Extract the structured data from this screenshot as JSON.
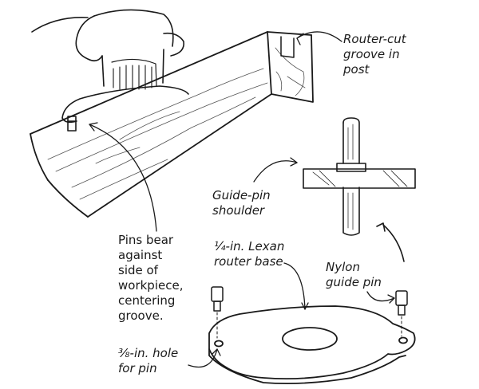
{
  "callouts": {
    "router_cut_groove": [
      "Router-cut",
      "groove in",
      "post"
    ],
    "guide_pin_shoulder": [
      "Guide-pin",
      "shoulder"
    ],
    "pins_bear": [
      "Pins bear",
      "against",
      "side of",
      "workpiece,",
      "centering",
      "groove."
    ],
    "lexan_base": [
      "¼-in. Lexan",
      "router base"
    ],
    "nylon_pin": [
      "Nylon",
      "guide pin"
    ],
    "hole_for_pin": [
      "⅜-in. hole",
      "for pin"
    ]
  }
}
